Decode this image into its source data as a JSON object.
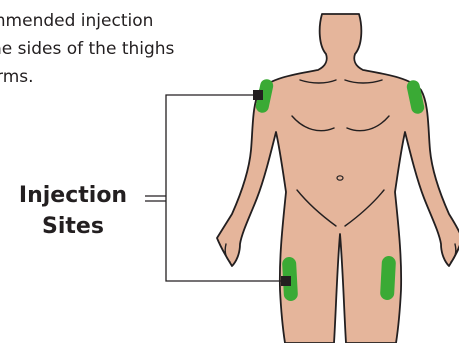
{
  "intro_text": {
    "line1": "mmended injection",
    "line2": "he sides of the thighs",
    "line3": "rms."
  },
  "sites_label": {
    "line1": "Injection",
    "line2": "Sites"
  },
  "colors": {
    "skin": "#e5b59b",
    "outline": "#231f20",
    "site_marker": "#3aaa35",
    "background": "#ffffff"
  }
}
